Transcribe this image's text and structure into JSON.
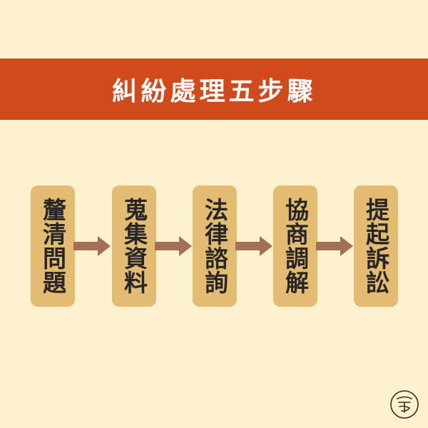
{
  "banner": {
    "title": "糾紛處理五步驟"
  },
  "steps": [
    {
      "label": "釐清問題"
    },
    {
      "label": "蒐集資料"
    },
    {
      "label": "法律諮詢"
    },
    {
      "label": "協商調解"
    },
    {
      "label": "提起訴訟"
    }
  ],
  "colors": {
    "background": "#fef1cf",
    "banner": "#d14a1b",
    "step_box": "#e3bb72",
    "arrow": "#a47055",
    "text": "#262626"
  },
  "logo": {
    "icon": "brand-logo-icon"
  }
}
